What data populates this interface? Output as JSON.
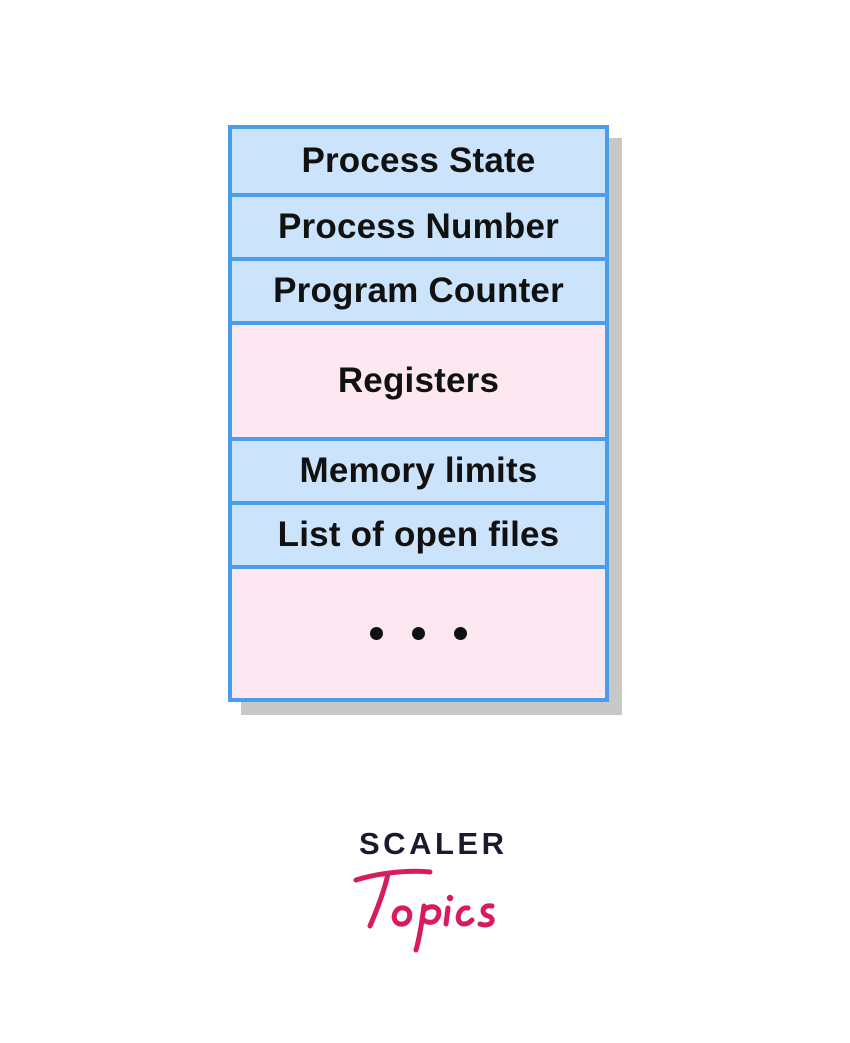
{
  "pcb": {
    "rows": [
      {
        "label": "Process State",
        "tone": "blue"
      },
      {
        "label": "Process Number",
        "tone": "blue"
      },
      {
        "label": "Program Counter",
        "tone": "blue"
      },
      {
        "label": "Registers",
        "tone": "pink"
      },
      {
        "label": "Memory limits",
        "tone": "blue"
      },
      {
        "label": "List of open files",
        "tone": "blue"
      },
      {
        "label": "• • •",
        "tone": "pink"
      }
    ]
  },
  "colors": {
    "border": "#4a9cef",
    "blue_fill": "#cbe4fb",
    "pink_fill": "#fde8f1",
    "shadow": "#c8c8c8",
    "logo_dark": "#1a1a2e",
    "logo_pink": "#d81b60"
  },
  "logo": {
    "line1": "SCALER",
    "line2": "Topics"
  }
}
